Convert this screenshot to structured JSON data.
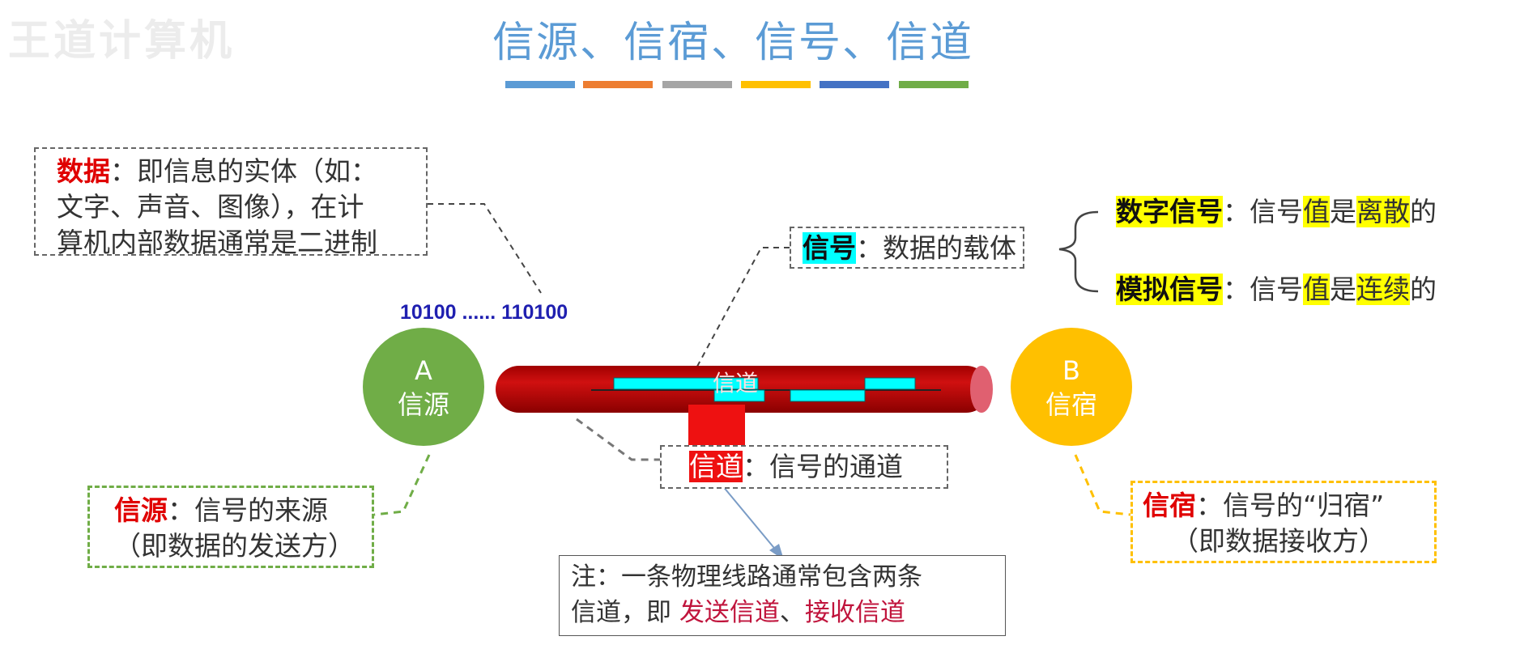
{
  "watermark": "王道计算机",
  "title": "信源、信宿、信号、信道",
  "title_bar_colors": [
    "#5b9bd5",
    "#ed7d31",
    "#a5a5a5",
    "#ffc000",
    "#4472c4",
    "#70ad47"
  ],
  "data_box": {
    "term": "数据",
    "line1": "：即信息的实体（如：",
    "line2": "文字、声音、图像），在计",
    "line3": "算机内部数据通常是二进制"
  },
  "bits": "10100 ...... 110100",
  "signal_box": {
    "term": "信号",
    "text": "：数据的载体"
  },
  "digital": {
    "term": "数字信号",
    "t1": "：信号",
    "h1": "值",
    "t2": "是",
    "h2": "离散",
    "t3": "的"
  },
  "analog": {
    "term": "模拟信号",
    "t1": "：信号",
    "h1": "值",
    "t2": "是",
    "h2": "连续",
    "t3": "的"
  },
  "node_a": {
    "letter": "A",
    "label": "信源"
  },
  "node_b": {
    "letter": "B",
    "label": "信宿"
  },
  "pipe_label": "信道",
  "source_box": {
    "term": "信源",
    "text": "：信号的来源",
    "line2": "（即数据的发送方）"
  },
  "sink_box": {
    "term": "信宿",
    "text": "：信号的“归宿”",
    "line2": "（即数据接收方）"
  },
  "channel_box": {
    "term": "信道",
    "text": "：信号的通道"
  },
  "note_box": {
    "line1": "注：一条物理线路通常包含两条",
    "line2a": "信道，即 ",
    "send": "发送信道",
    "sep": "、",
    "recv": "接收信道"
  },
  "colors": {
    "node_a": "#70ad47",
    "node_b": "#ffc000",
    "pipe": "#c00000",
    "wave": "#00ffff",
    "source_border": "#70ad47",
    "sink_border": "#ffc000",
    "bits": "#1f1fb0",
    "note_red": "#c0143c"
  }
}
